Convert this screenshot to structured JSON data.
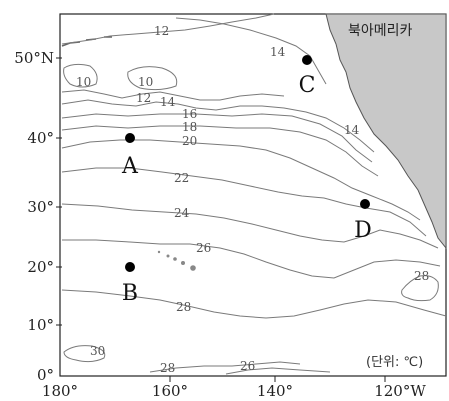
{
  "map": {
    "region_label": "북아메리카",
    "unit_label": "(단위: ℃)",
    "lat_labels": [
      "50°N",
      "40°",
      "30°",
      "20°",
      "10°",
      "0°"
    ],
    "lon_labels": [
      "180°",
      "160°",
      "140°",
      "120°W"
    ],
    "points": [
      {
        "name": "A",
        "lat": 40.5,
        "lon": 167.5
      },
      {
        "name": "B",
        "lat": 20,
        "lon": 167.5
      },
      {
        "name": "C",
        "lat": 50,
        "lon": 135
      },
      {
        "name": "D",
        "lat": 30,
        "lon": 125
      }
    ],
    "isotherm_labels": [
      "12",
      "14",
      "10",
      "10",
      "12",
      "14",
      "16",
      "18",
      "20",
      "14",
      "22",
      "24",
      "26",
      "28",
      "28",
      "30",
      "28",
      "26"
    ],
    "colors": {
      "land": "#c8c8c8",
      "isotherm": "#7a7a7a",
      "point": "#000000"
    }
  }
}
